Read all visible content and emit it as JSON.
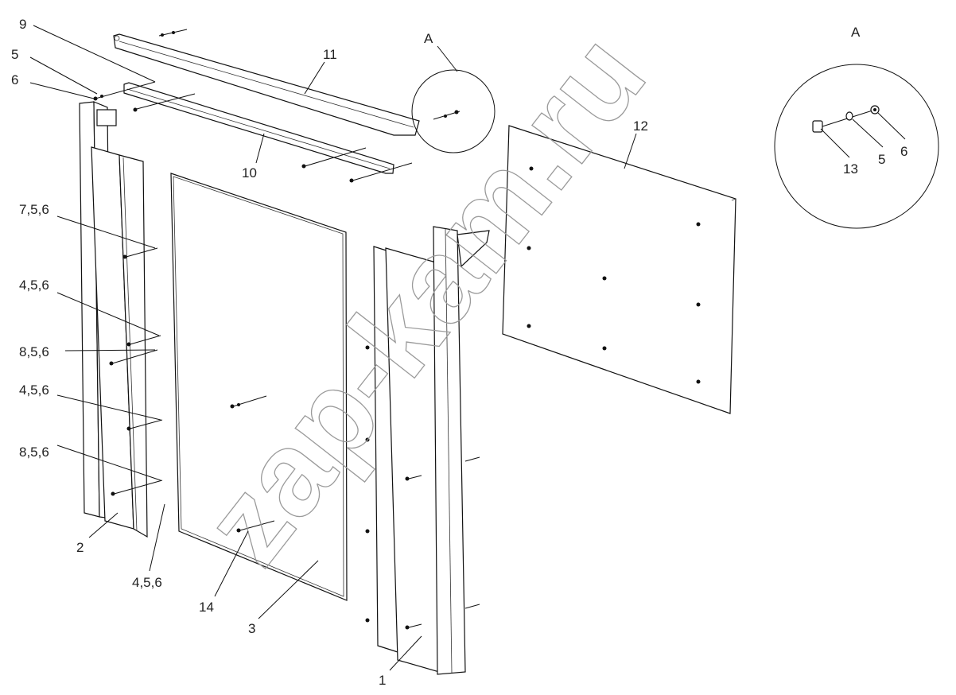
{
  "title": "Exploded assembly diagram",
  "watermark": "zap-kam.ru",
  "callouts": {
    "c9": "9",
    "c5_top": "5",
    "c6_top": "6",
    "c11": "11",
    "cA_small": "A",
    "c10": "10",
    "cA_big": "A",
    "c12": "12",
    "c13": "13",
    "c5_detail": "5",
    "c6_detail": "6",
    "c756": "7,5,6",
    "c456_a": "4,5,6",
    "c856_a": "8,5,6",
    "c456_b": "4,5,6",
    "c856_b": "8,5,6",
    "c2": "2",
    "c456_c": "4,5,6",
    "c14": "14",
    "c3": "3",
    "c1": "1"
  }
}
